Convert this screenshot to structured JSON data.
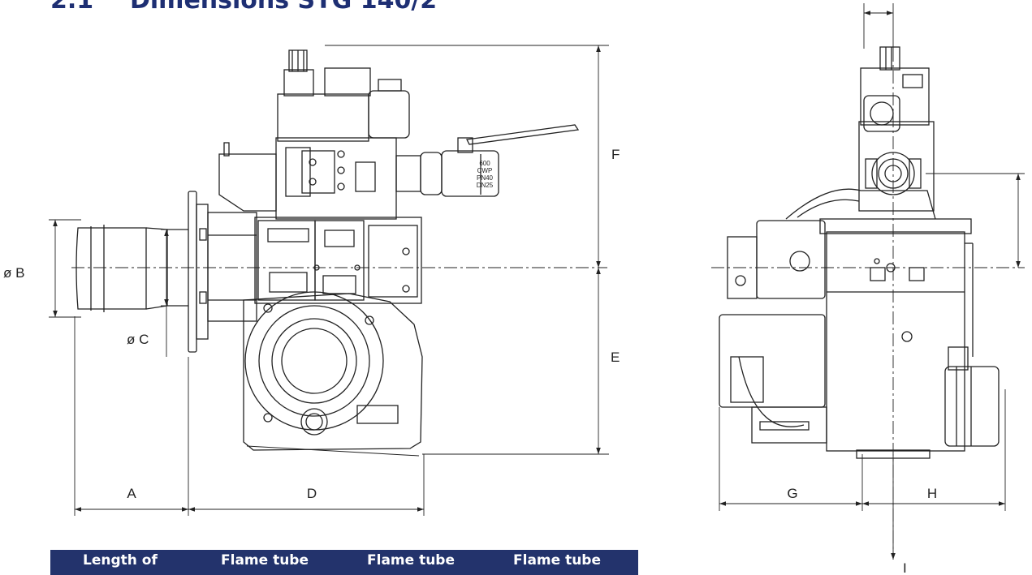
{
  "section": {
    "number": "2.1",
    "title": "Dimensions STG 140/2"
  },
  "dimension_labels": {
    "A": "A",
    "B": "ø B",
    "C": "ø C",
    "D": "D",
    "E": "E",
    "F": "F",
    "G": "G",
    "H": "H",
    "I": "I"
  },
  "valve_marking": [
    "600",
    "CWP",
    "PN40",
    "DN25"
  ],
  "table": {
    "headers": [
      "Length of",
      "Flame tube",
      "Flame tube",
      "Flame tube"
    ]
  },
  "colors": {
    "heading": "#1e2f73",
    "table_header_bg": "#23336c",
    "line": "#222222"
  }
}
